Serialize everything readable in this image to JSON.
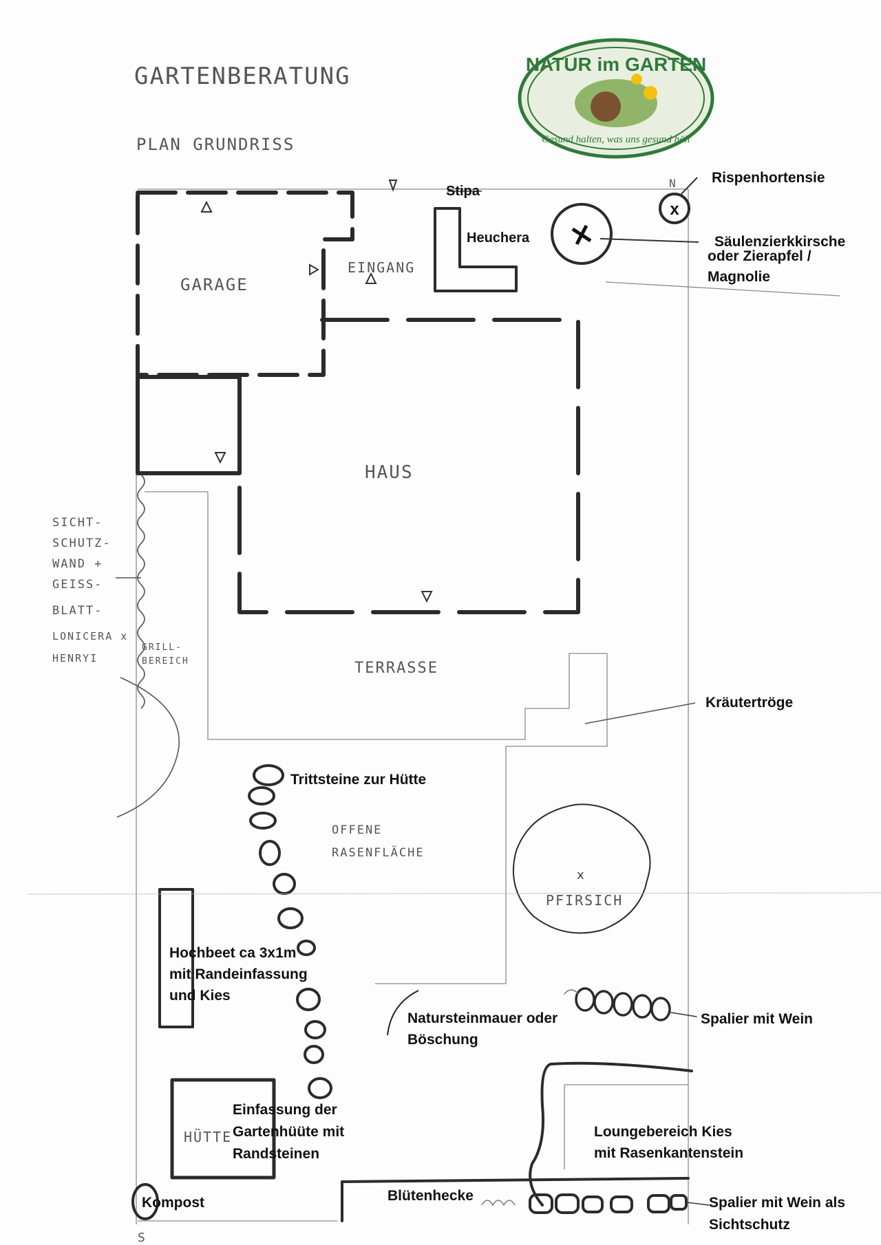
{
  "header": {
    "title": "GARTENBERATUNG",
    "subtitle": "PLAN GRUNDRISS"
  },
  "logo": {
    "text_top": "NATUR im GARTEN",
    "text_bottom": "Gesund halten, was uns gesund hält"
  },
  "rooms": {
    "garage": "GARAGE",
    "eingang": "EINGANG",
    "haus": "HAUS",
    "terrasse": "TERRASSE",
    "grillbereich_1": "GRILL-",
    "grillbereich_2": "BEREICH",
    "rasen_1": "OFFENE",
    "rasen_2": "RASENFLÄCHE",
    "pfirsich": "PFIRSICH",
    "huette": "HÜTTE"
  },
  "side_note": [
    "SICHT-",
    "SCHUTZ-",
    "WAND +",
    "GEISS-",
    "BLATT-",
    "LONICERA x",
    "HENRYI"
  ],
  "compass": {
    "north": "N",
    "south": "S"
  },
  "labels": {
    "stipa": "Stipa",
    "heuchera": "Heuchera",
    "rispenhortensie": "Rispenhortensie",
    "saeulen_1": "Säulenzierkkirsche",
    "saeulen_2": "oder Zierapfel /",
    "saeulen_3": "Magnolie",
    "kraeutertroege": "Kräutertröge",
    "trittsteine": "Trittsteine zur Hütte",
    "hochbeet_1": "Hochbeet ca 3x1m",
    "hochbeet_2": "mit Randeinfassung",
    "hochbeet_3": "und Kies",
    "natursteinmauer_1": "Natursteinmauer oder",
    "natursteinmauer_2": "Böschung",
    "spalier": "Spalier mit Wein",
    "einfassung_1": "Einfassung der",
    "einfassung_2": "Gartenhüüte mit",
    "einfassung_3": "Randsteinen",
    "lounge_1": "Loungebereich Kies",
    "lounge_2": "mit Rasenkantenstein",
    "bluetenhecke": "Blütenhecke",
    "kompost": "Kompost",
    "spalier_sicht_1": "Spalier mit Wein als",
    "spalier_sicht_2": "Sichtschutz"
  },
  "colors": {
    "ink": "#2b2b2b",
    "logo_green": "#2f7a3a",
    "logo_bg": "#e9efe0",
    "label": "#111111"
  }
}
